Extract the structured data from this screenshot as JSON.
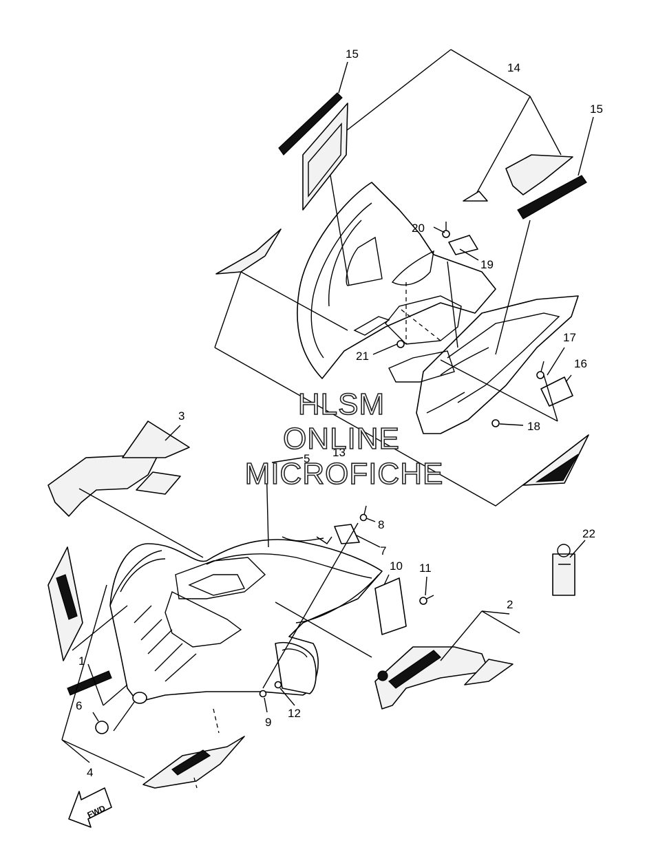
{
  "watermark": {
    "line1": "HLSM",
    "line2": "ONLINE",
    "line3": "MICROFICHE"
  },
  "direction_arrow": "FWD",
  "callouts": {
    "c1": "1",
    "c2": "2",
    "c3": "3",
    "c4": "4",
    "c5": "5",
    "c6": "6",
    "c7": "7",
    "c8": "8",
    "c9": "9",
    "c10": "10",
    "c11": "11",
    "c12": "12",
    "c13": "13",
    "c14": "14",
    "c15a": "15",
    "c15b": "15",
    "c16": "16",
    "c17": "17",
    "c18": "18",
    "c19": "19",
    "c20": "20",
    "c21": "21",
    "c22": "22"
  }
}
